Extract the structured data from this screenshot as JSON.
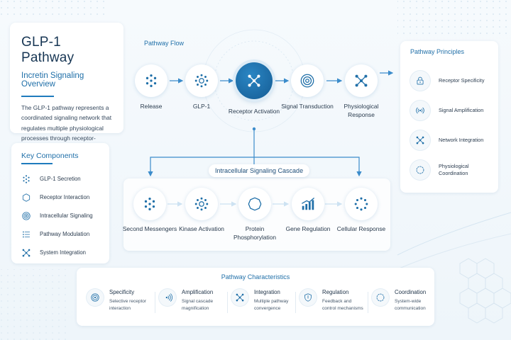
{
  "title_card": {
    "title": "GLP-1 Pathway",
    "subtitle": "Incretin Signaling Overview",
    "description": "The GLP-1 pathway represents a coordinated signaling network that regulates multiple physiological processes through receptor-mediated communication."
  },
  "key_components": {
    "heading": "Key Components",
    "items": [
      {
        "label": "GLP-1 Secretion",
        "icon": "dots-ring-icon"
      },
      {
        "label": "Receptor Interaction",
        "icon": "hexagon-icon"
      },
      {
        "label": "Intracellular Signaling",
        "icon": "concentric-circles-icon"
      },
      {
        "label": "Pathway Modulation",
        "icon": "list-icon"
      },
      {
        "label": "System Integration",
        "icon": "network-icon"
      }
    ]
  },
  "pathway_flow": {
    "heading": "Pathway Flow",
    "nodes": [
      {
        "label": "Release",
        "icon": "dots-ring-icon"
      },
      {
        "label": "GLP-1",
        "icon": "dots-cluster-icon"
      },
      {
        "label": "Receptor Activation",
        "icon": "network-icon"
      },
      {
        "label": "Signal Transduction",
        "icon": "concentric-circles-icon"
      },
      {
        "label": "Physiological Response",
        "icon": "network-icon"
      }
    ]
  },
  "cascade": {
    "heading": "Intracellular Signaling Cascade",
    "nodes": [
      {
        "label": "Second Messengers",
        "icon": "dots-ring-icon"
      },
      {
        "label": "Kinase Activation",
        "icon": "dots-cluster-icon"
      },
      {
        "label": "Protein Phosphorylation",
        "icon": "polygon-icon"
      },
      {
        "label": "Gene Regulation",
        "icon": "bar-chart-icon"
      },
      {
        "label": "Cellular Response",
        "icon": "dots-ring-icon"
      }
    ]
  },
  "principles": {
    "heading": "Pathway Principles",
    "items": [
      {
        "label": "Receptor Specificity",
        "icon": "lock-icon"
      },
      {
        "label": "Signal Amplification",
        "icon": "signal-icon"
      },
      {
        "label": "Network Integration",
        "icon": "network-icon"
      },
      {
        "label": "Physiological Coordination",
        "icon": "dashed-circle-icon"
      }
    ]
  },
  "characteristics": {
    "heading": "Pathway Characteristics",
    "items": [
      {
        "name": "Specificity",
        "desc": "Selective receptor interaction",
        "icon": "target-icon"
      },
      {
        "name": "Amplification",
        "desc": "Signal cascade magnification",
        "icon": "signal-waves-icon"
      },
      {
        "name": "Integration",
        "desc": "Multiple pathway convergence",
        "icon": "network-icon"
      },
      {
        "name": "Regulation",
        "desc": "Feedback and control mechanisms",
        "icon": "shield-icon"
      },
      {
        "name": "Coordination",
        "desc": "System-wide communication",
        "icon": "dashed-circle-icon"
      }
    ]
  },
  "colors": {
    "accent": "#1f6fa8",
    "accent_dark": "#155c94",
    "text": "#1d3550",
    "background": "#f3f8fc"
  }
}
